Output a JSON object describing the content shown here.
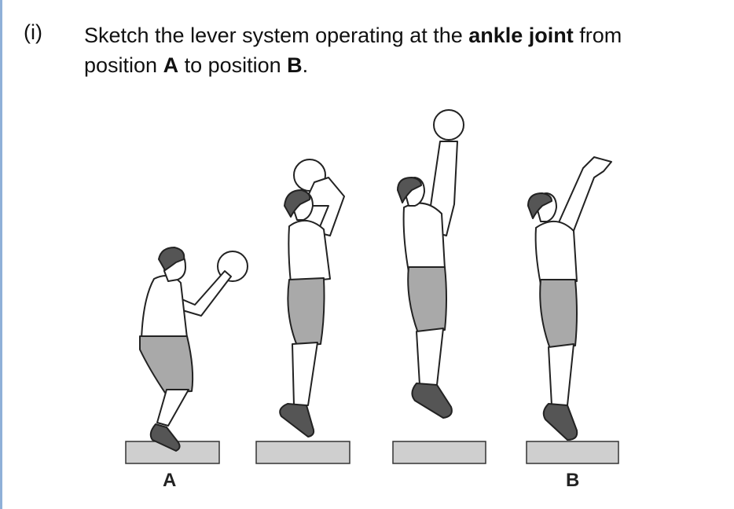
{
  "question": {
    "number": "(i)",
    "text_1": "Sketch the lever system operating at the ",
    "bold_1": "ankle joint",
    "text_2": " from",
    "text_3": "position ",
    "bold_2": "A",
    "text_4": " to position ",
    "bold_3": "B",
    "text_5": "."
  },
  "figure": {
    "labels": {
      "a": "A",
      "b": "B"
    },
    "colors": {
      "platform": "#cfcfcf",
      "shorts": "#a9a9a9",
      "hair": "#555555",
      "shoe": "#555555",
      "outline": "#222222"
    }
  }
}
